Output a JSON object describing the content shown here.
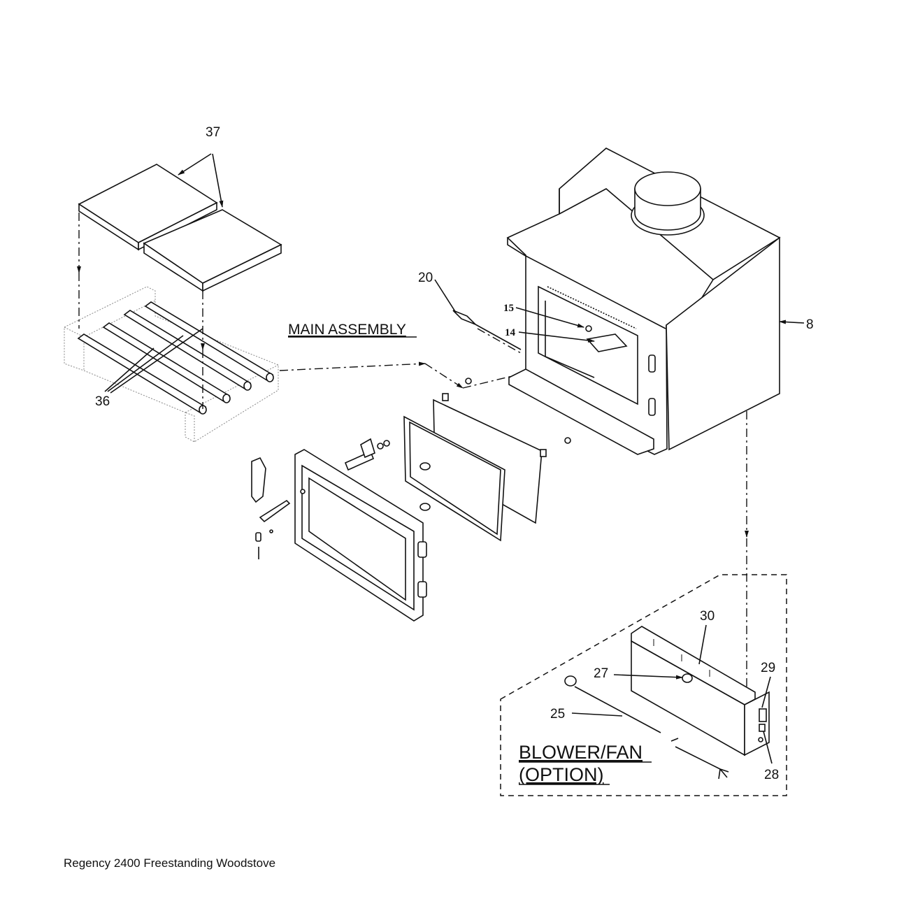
{
  "diagram": {
    "assembly_title": "MAIN ASSEMBLY",
    "option_title_line1": "BLOWER/FAN",
    "option_title_line2": "(OPTION)",
    "caption": "Regency 2400 Freestanding Woodstove",
    "callouts": {
      "p37": "37",
      "p36": "36",
      "p20": "20",
      "p15": "15",
      "p14": "14",
      "p8": "8",
      "p30": "30",
      "p27": "27",
      "p29": "29",
      "p25": "25",
      "p28": "28"
    }
  }
}
